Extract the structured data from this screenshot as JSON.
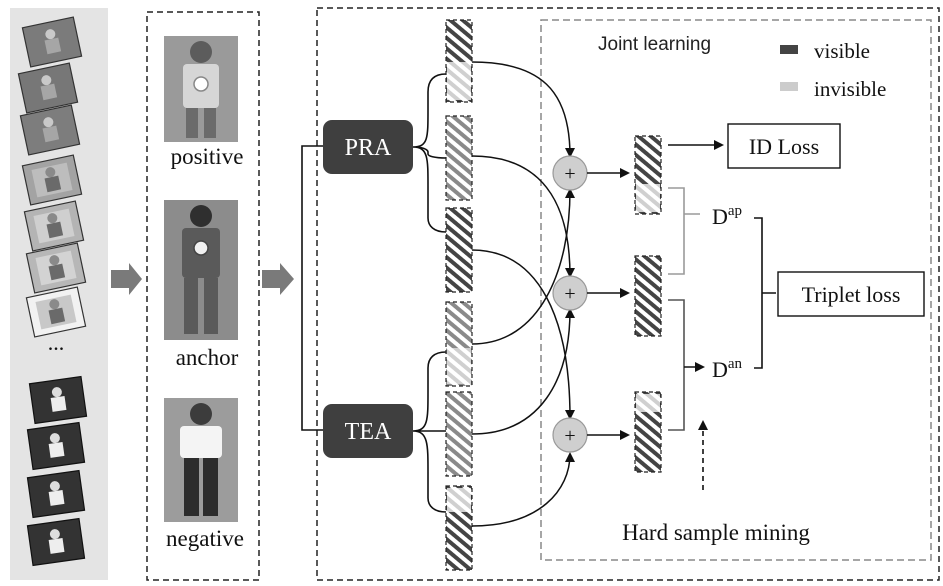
{
  "triplet_labels": {
    "positive": "positive",
    "anchor": "anchor",
    "negative": "negative"
  },
  "sequence_ellipsis": "...",
  "modules": {
    "pra": "PRA",
    "tea": "TEA"
  },
  "joint_learning": "Joint learning",
  "legend": {
    "visible": "visible",
    "invisible": "invisible",
    "visible_color": "#444444",
    "invisible_color": "#cccccc"
  },
  "losses": {
    "id_loss": "ID Loss",
    "triplet_loss": "Triplet loss"
  },
  "distances": {
    "ap_base": "D",
    "ap_sup": "ap",
    "an_base": "D",
    "an_sup": "an"
  },
  "fusion_symbol": "+",
  "hard_sample_mining": "Hard sample mining",
  "icons": [
    "person-thumbnail",
    "arrow-right-icon",
    "plus-circle-icon",
    "feature-stripe"
  ]
}
